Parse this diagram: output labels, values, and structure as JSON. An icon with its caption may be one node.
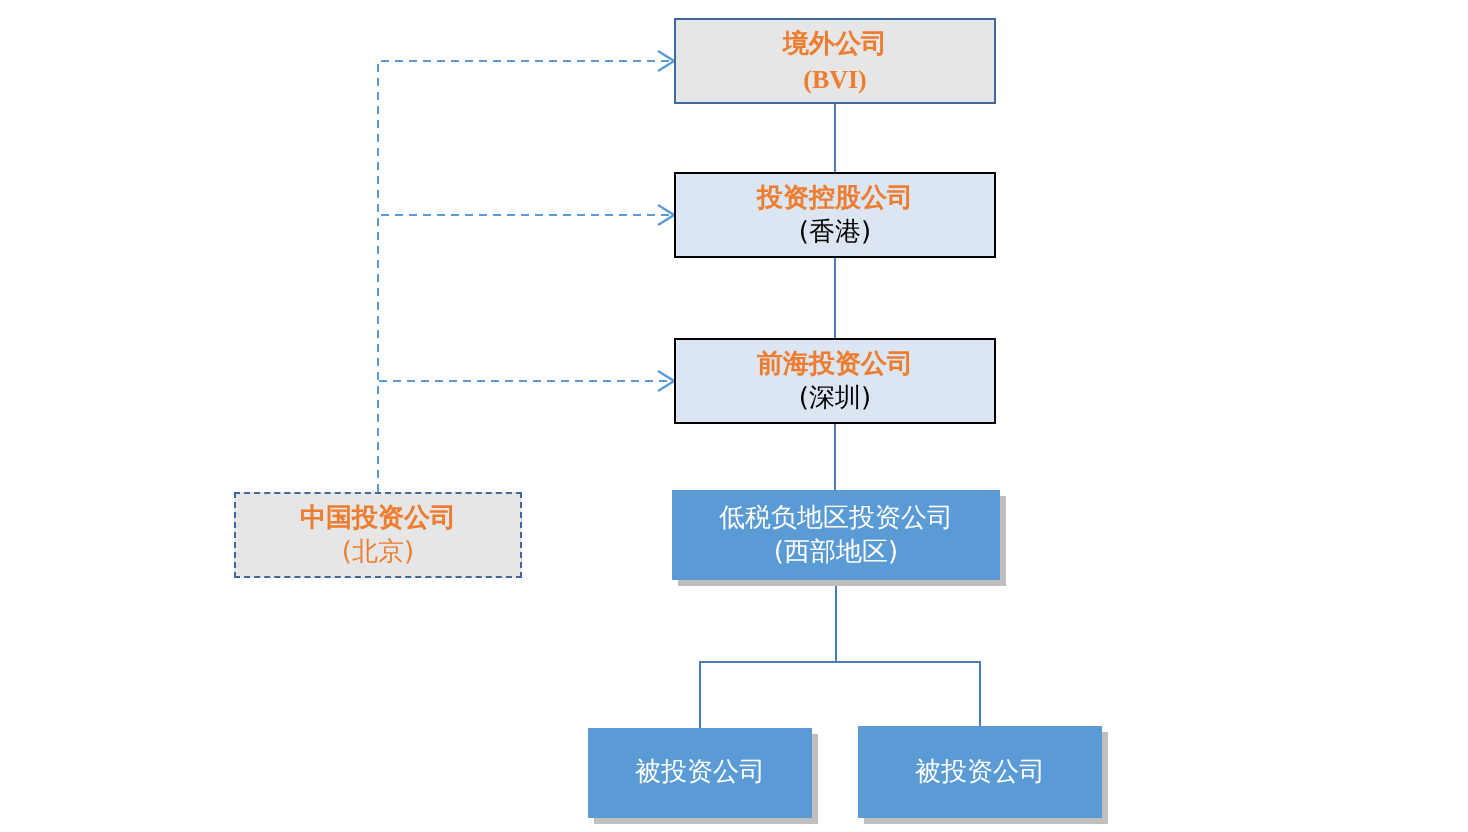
{
  "diagram": {
    "nodes": [
      {
        "text": [
          "境外公司",
          "(BVI)"
        ]
      },
      {
        "text": [
          "投资控股公司",
          "(香港)"
        ]
      },
      {
        "text": [
          "前海投资公司",
          "(深圳)"
        ]
      },
      {
        "text": [
          "中国投资公司",
          "(北京)"
        ]
      },
      {
        "text": [
          "低税负地区投资公司",
          "(西部地区)"
        ]
      },
      {
        "text": [
          "被投资公司"
        ]
      },
      {
        "text": [
          "被投资公司"
        ]
      }
    ],
    "edges": [
      {
        "from": 3,
        "to": 0,
        "arrow": "to",
        "style": "dashed",
        "color": "#5b9bd5"
      },
      {
        "from": 3,
        "to": 1,
        "arrow": "to",
        "style": "dashed",
        "color": "#5b9bd5"
      },
      {
        "from": 3,
        "to": 2,
        "arrow": "to",
        "style": "dashed",
        "color": "#5b9bd5"
      },
      {
        "from": 0,
        "to": 1,
        "arrow": "none"
      },
      {
        "from": 1,
        "to": 2,
        "arrow": "none"
      },
      {
        "from": 2,
        "to": 4,
        "arrow": "none"
      },
      {
        "from": 4,
        "to": 5,
        "arrow": "none"
      },
      {
        "from": 4,
        "to": 6,
        "arrow": "none"
      }
    ]
  }
}
